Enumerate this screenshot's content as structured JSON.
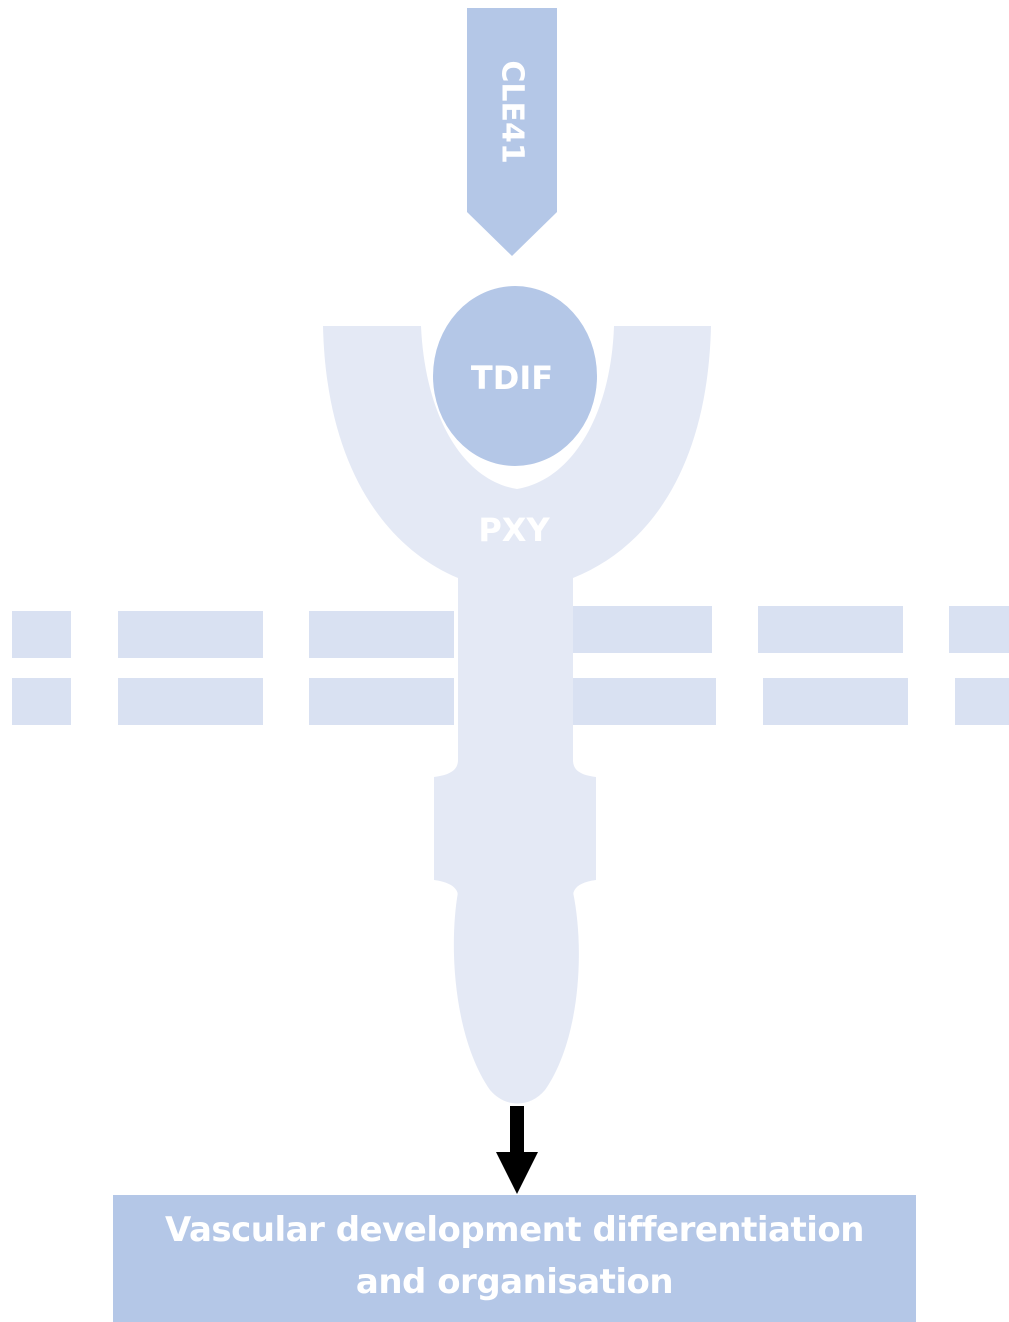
{
  "ligand_precursor": {
    "label": "CLE41"
  },
  "peptide": {
    "label": "TDIF"
  },
  "receptor": {
    "label": "PXY"
  },
  "outcome": {
    "line1": "Vascular development differentiation",
    "line2": "and organisation"
  },
  "colors": {
    "ligand_blue": "#b4c7e7",
    "receptor_pale": "#e4e9f5",
    "membrane_blue": "#d9e1f2",
    "arrow_black": "#000000",
    "label_white": "#ffffff"
  }
}
